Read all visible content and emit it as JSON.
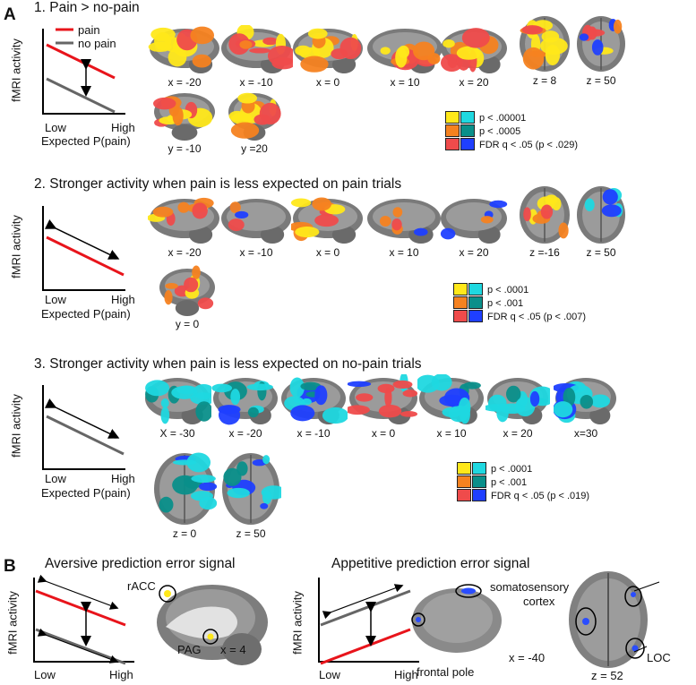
{
  "panelA": {
    "letter": "A",
    "sections": [
      {
        "title": "1. Pain > no-pain",
        "graph": {
          "ylabel": "fMRI activity",
          "xlabel": "Expected P(pain)",
          "low": "Low",
          "high": "High"
        },
        "legend": {
          "pain": "pain",
          "nopain": "no pain"
        },
        "slices": [
          "x = -20",
          "x = -10",
          "x = 0",
          "x = 10",
          "x = 20",
          "z = 8",
          "z = 50",
          "y = -10",
          "y =20"
        ],
        "colorbar": {
          "plus": "+",
          "minus": "-",
          "rows": [
            "p < .00001",
            "p < .0005",
            "FDR q < .05 (p < .029)"
          ]
        }
      },
      {
        "title": "2. Stronger activity when pain is less expected on pain trials",
        "graph": {
          "ylabel": "fMRI activity",
          "xlabel": "Expected P(pain)",
          "low": "Low",
          "high": "High"
        },
        "slices": [
          "x = -20",
          "x = -10",
          "x = 0",
          "x = 10",
          "x = 20",
          "z =-16",
          "z = 50",
          "y = 0"
        ],
        "colorbar": {
          "plus": "+",
          "minus": "-",
          "rows": [
            "p < .0001",
            "p < .001",
            "FDR q < .05 (p < .007)"
          ]
        }
      },
      {
        "title": "3. Stronger activity when pain is less expected on no-pain trials",
        "graph": {
          "ylabel": "fMRI activity",
          "xlabel": "Expected P(pain)",
          "low": "Low",
          "high": "High"
        },
        "slices": [
          "X = -30",
          "x = -20",
          "x = -10",
          "x = 0",
          "x = 10",
          "x = 20",
          "x=30",
          "z = 0",
          "z = 50"
        ],
        "colorbar": {
          "plus": "+",
          "minus": "-",
          "rows": [
            "p < .0001",
            "p < .001",
            "FDR q < .05 (p < .019)"
          ]
        }
      }
    ]
  },
  "panelB": {
    "letter": "B",
    "aversive": {
      "title": "Aversive prediction error signal",
      "ylabel": "fMRI activity",
      "low": "Low",
      "high": "High",
      "rACC": "rACC",
      "PAG": "PAG",
      "slice": "x = 4"
    },
    "appetitive": {
      "title": "Appetitive prediction error signal",
      "ylabel": "fMRI activity",
      "low": "Low",
      "high": "High",
      "frontal": "frontal pole",
      "slice1": "x = -40",
      "soma1": "somatosensory",
      "soma2": "cortex",
      "slice2": "z = 52",
      "loc": "LOC"
    }
  },
  "colors": {
    "pain": "#e8141b",
    "nopain": "#666666",
    "yellow": "#ffe81a",
    "orange": "#f58220",
    "red": "#ef4b4b",
    "cyan": "#1fd8e0",
    "teal": "#0a8f8a",
    "blue": "#1f3fff"
  }
}
